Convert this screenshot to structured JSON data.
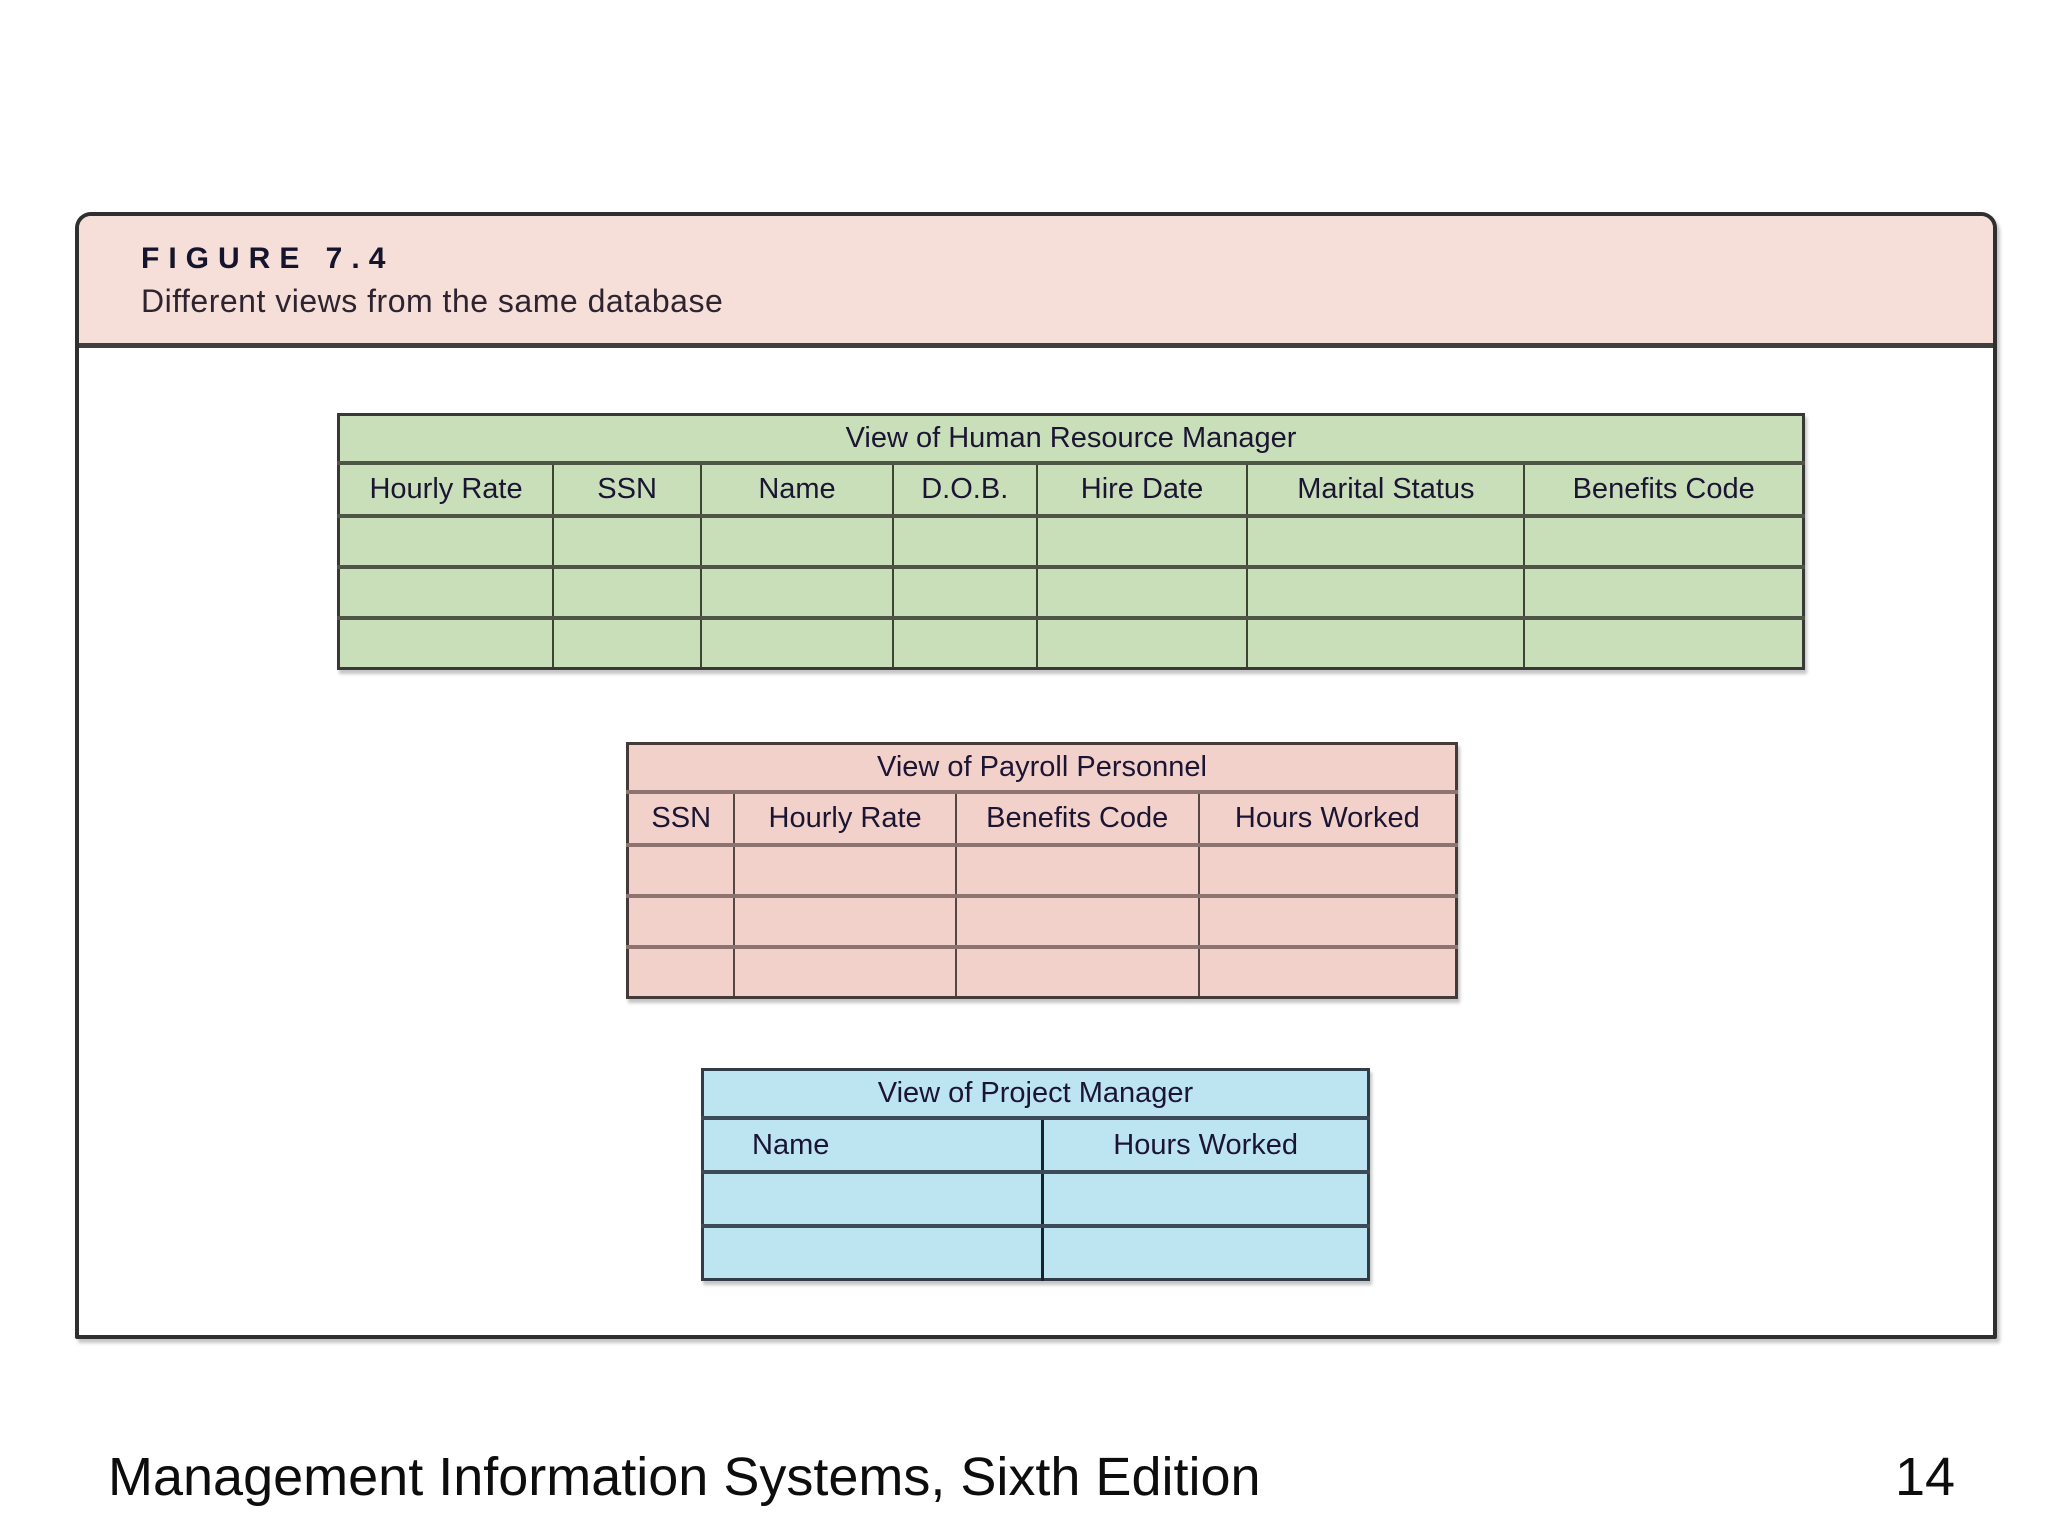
{
  "slide": {
    "figure_label": "FIGURE 7.4",
    "figure_caption": "Different views from the same database"
  },
  "tables": {
    "hr": {
      "title": "View of Human Resource Manager",
      "columns": [
        "Hourly Rate",
        "SSN",
        "Name",
        "D.O.B.",
        "Hire Date",
        "Marital Status",
        "Benefits Code"
      ],
      "empty_rows": 3,
      "fill_color": "#c9dfba"
    },
    "payroll": {
      "title": "View of Payroll Personnel",
      "columns": [
        "SSN",
        "Hourly Rate",
        "Benefits Code",
        "Hours Worked"
      ],
      "empty_rows": 3,
      "fill_color": "#f3d1cb"
    },
    "project": {
      "title": "View of Project Manager",
      "columns": [
        "Name",
        "Hours Worked"
      ],
      "empty_rows": 2,
      "fill_color": "#bde4f1"
    }
  },
  "footer": {
    "book_title": "Management Information Systems, Sixth Edition",
    "page_number": "14"
  },
  "colors": {
    "figure_header_fill": "#f6ded9",
    "slide_border": "#2f2f2f",
    "background": "#ffffff"
  }
}
